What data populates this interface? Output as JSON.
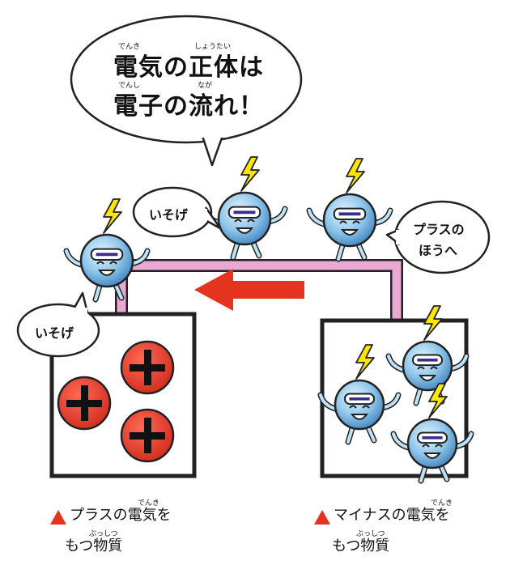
{
  "title": {
    "line1": "電気の正体は",
    "line2": "電子の流れ！",
    "ruby1": [
      "でんき",
      "しょうたい"
    ],
    "ruby2": [
      "でんし",
      "なが"
    ]
  },
  "speech": {
    "left_top": "いそげ",
    "left_bottom": "いそげ",
    "right_line1": "プラスの",
    "right_line2": "ほうへ"
  },
  "captions": {
    "left_line1": "プラスの電気を",
    "left_line2": "もつ物質",
    "left_ruby1": "でんき",
    "left_ruby2": "ぶっしつ",
    "right_line1": "マイナスの電気を",
    "right_line2": "もつ物質",
    "right_ruby1": "でんき",
    "right_ruby2": "ぶっしつ",
    "marker": "▲"
  },
  "colors": {
    "wire": "#e8a9d2",
    "arrow": "#e4331f",
    "plus_ball": "#e43a2b",
    "electron": "#8fc6ea",
    "bolt": "#ffe600"
  }
}
